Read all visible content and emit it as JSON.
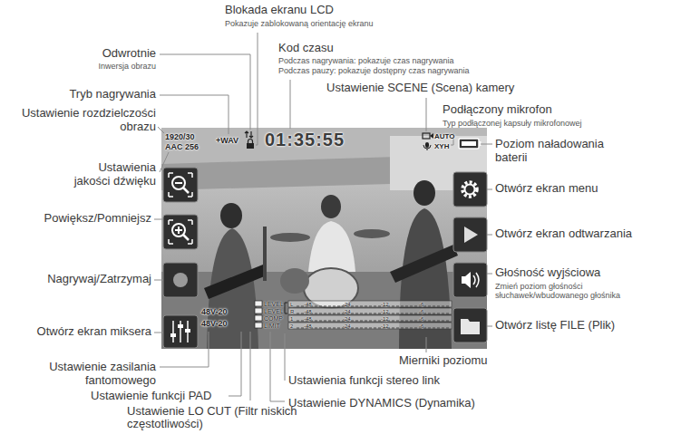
{
  "diagram": {
    "labels": [
      "Blokada ekranu LCD",
      "Pokazuje zablokowaną orientację ekranu",
      "Kod czasu",
      "Podczas nagrywania: pokazuje czas nagrywania",
      "Podczas pauzy: pokazuje dostępny czas nagrywania",
      "Odwrotnie",
      "Inwersja obrazu",
      "Ustawienie SCENE (Scena) kamery",
      "Tryb nagrywania",
      "Podłączony mikrofon",
      "Typ podłączonej kapsuły mikrofonowej",
      "Ustawienie rozdzielczości obrazu",
      "1920/30",
      "AAC 256",
      "+WAV",
      "01:35:55",
      "AUTO",
      "XYH",
      "Poziom naładowania baterii",
      "Ustawienia jakości dźwięku",
      "Otwórz ekran menu",
      "Powiększ/Pomniejsz",
      "Otwórz ekran odtwarzania",
      "Nagrywaj/Zatrzymaj",
      "Głośność wyjściowa",
      "Zmień poziom głośności słuchawek/wbudowanego głośnika",
      "Otwórz ekran miksera",
      "Otwórz listę FILE (Plik)",
      "48V-20",
      "48V-20",
      "LEVEL",
      "LEVEL",
      "COMP",
      "LIMIT",
      "L",
      "-48",
      "-24",
      "-12",
      "-6",
      "R",
      "-48",
      "-24",
      "-12",
      "-6",
      "1",
      "-48",
      "-24",
      "-12",
      "-6",
      "2",
      "-48",
      "-24",
      "-12",
      "-6",
      "Ustawienie zasilania fantomowego",
      "Mierniki poziomu",
      "Ustawienia funkcji stereo link",
      "Ustawienie funkcji PAD",
      "Ustawienie DYNAMICS (Dynamika)",
      "Ustawienie LO CUT (Filtr niskich częstotliwości)"
    ]
  }
}
